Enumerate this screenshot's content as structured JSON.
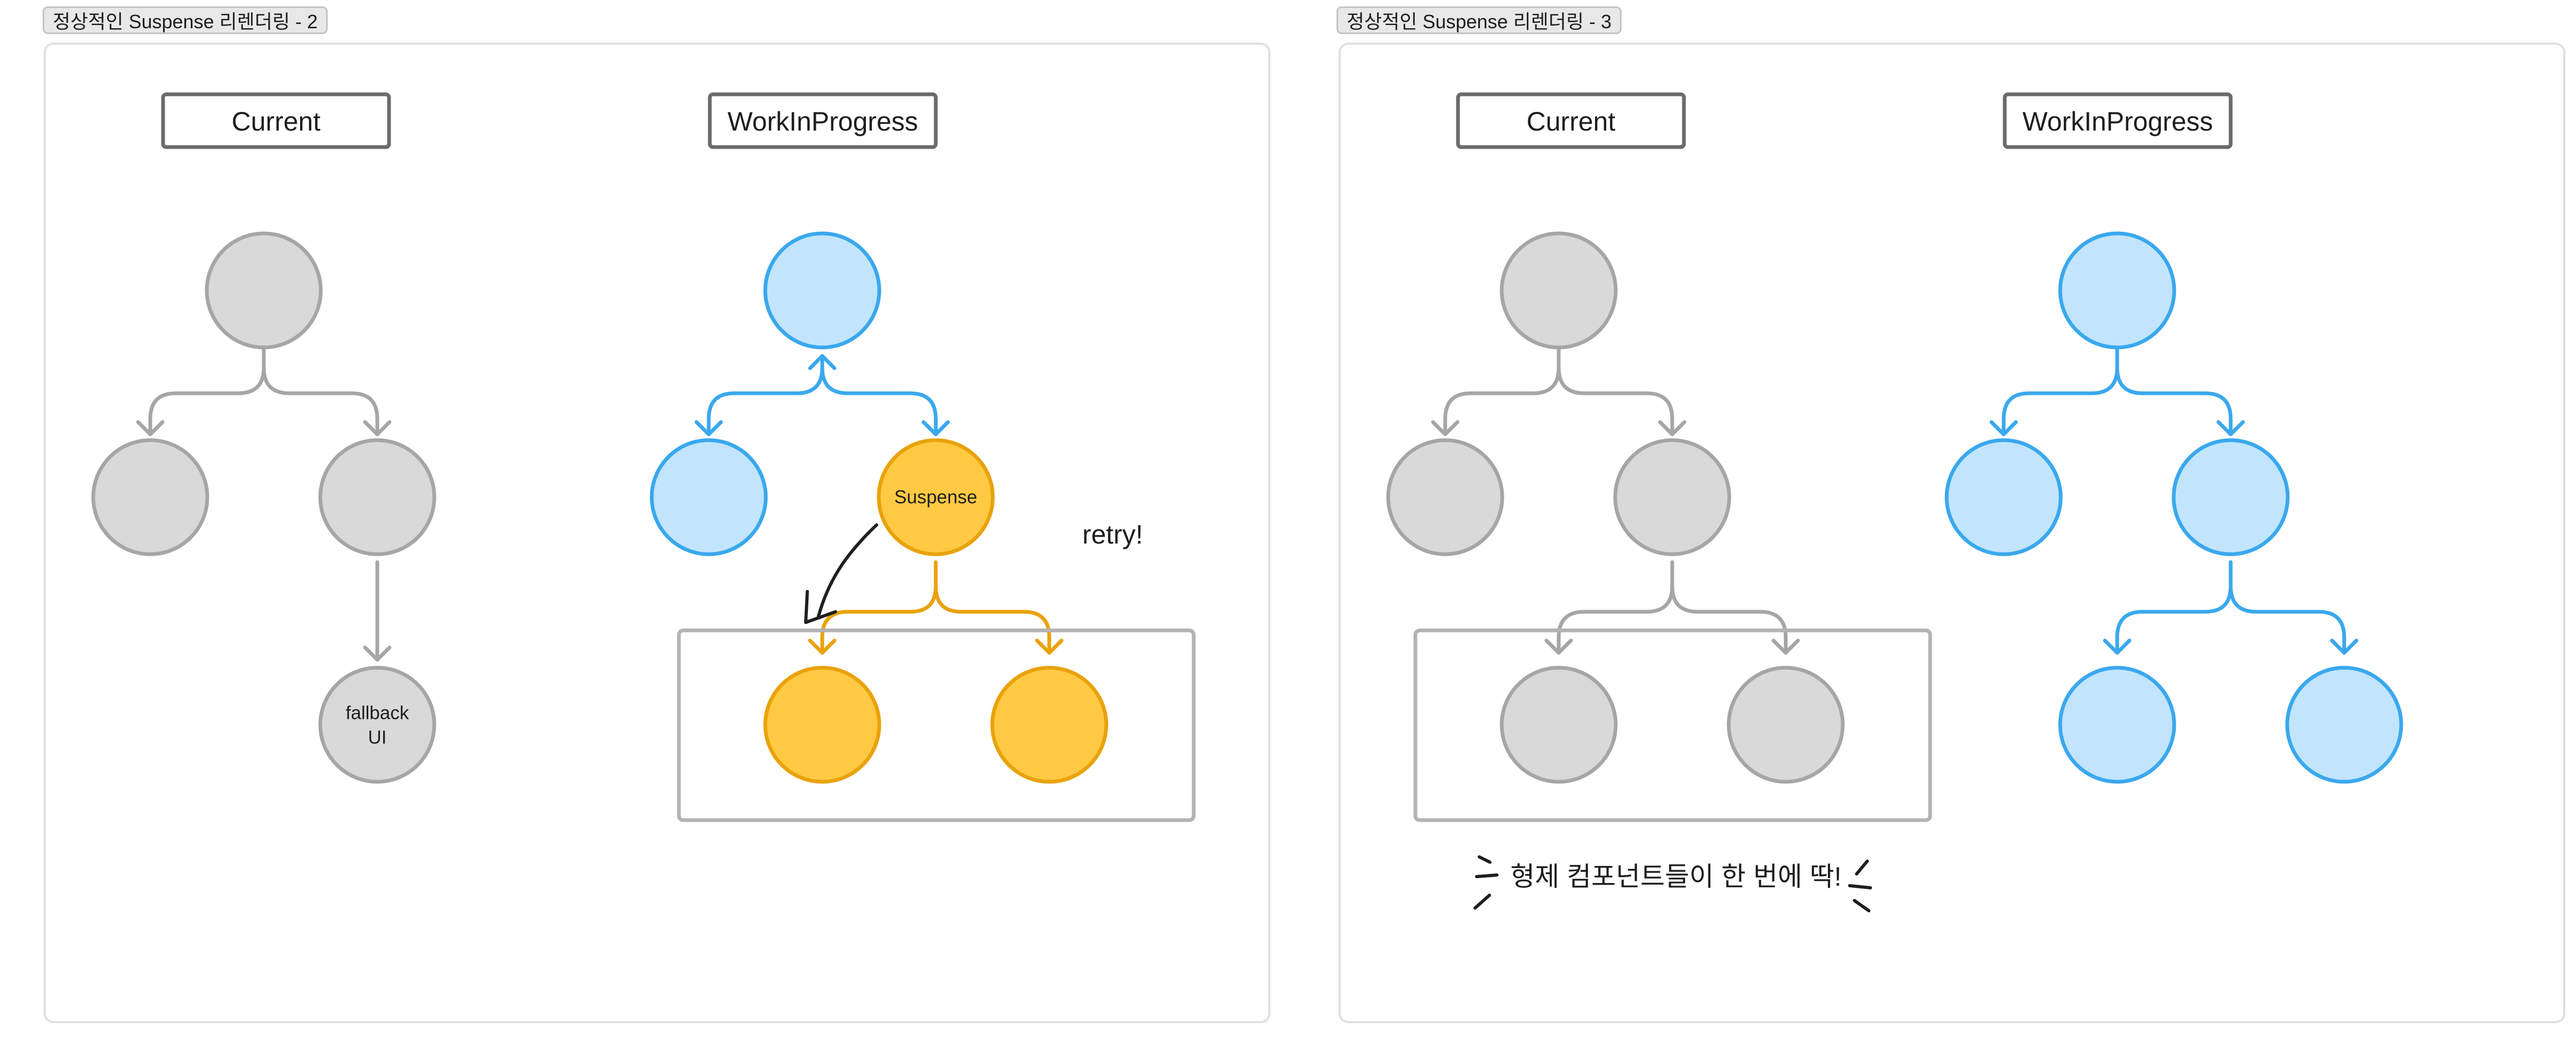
{
  "frames": [
    {
      "title": "정상적인 Suspense 리렌더링 - 2",
      "current_label": "Current",
      "wip_label": "WorkInProgress",
      "fallback_text_line1": "fallback",
      "fallback_text_line2": "UI",
      "suspense_text": "Suspense",
      "retry_text": "retry!"
    },
    {
      "title": "정상적인 Suspense 리렌더링 - 3",
      "current_label": "Current",
      "wip_label": "WorkInProgress",
      "sibling_note": "형제 컴포넌트들이 한 번에 딱!"
    }
  ],
  "colors": {
    "gray_fill": "#d9d9d9",
    "gray_stroke": "#a6a6a6",
    "blue_fill": "#c2e5fd",
    "blue_stroke": "#3aa8ee",
    "orange_fill": "#ffc943",
    "orange_stroke": "#e9a20a",
    "label_border": "#6b6b6b",
    "frame_border": "#e0e0e0"
  }
}
